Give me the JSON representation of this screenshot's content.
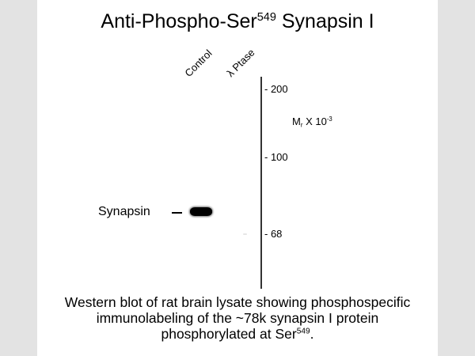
{
  "figure": {
    "title_main": "Anti-Phospho-Ser",
    "title_sup": "549",
    "title_tail": " Synapsin I",
    "lanes": [
      {
        "label": "Control"
      },
      {
        "label": "λ Ptase"
      }
    ],
    "markers": [
      {
        "label": "- 200",
        "value": 200
      },
      {
        "label": "- 100",
        "value": 100
      },
      {
        "label": "- 68",
        "value": 68
      }
    ],
    "mr_label": {
      "main": "M",
      "sub": "r",
      "mid": " X 10",
      "sup": "-3"
    },
    "protein_label": "Synapsin",
    "band": {
      "lane": "Control",
      "approx_mw_k": 78,
      "intensity": "strong"
    },
    "caption_line1": "Western blot of rat brain lysate showing phosphospecific",
    "caption_line2": "immunolabeling of the ~78k synapsin I protein",
    "caption_line3_main": "phosphorylated at Ser",
    "caption_line3_sup": "549",
    "caption_line3_tail": "."
  },
  "colors": {
    "background_side": "#e3e3e3",
    "panel": "#ffffff",
    "text": "#000000",
    "axis_line": "#333333",
    "band": "#000000"
  }
}
